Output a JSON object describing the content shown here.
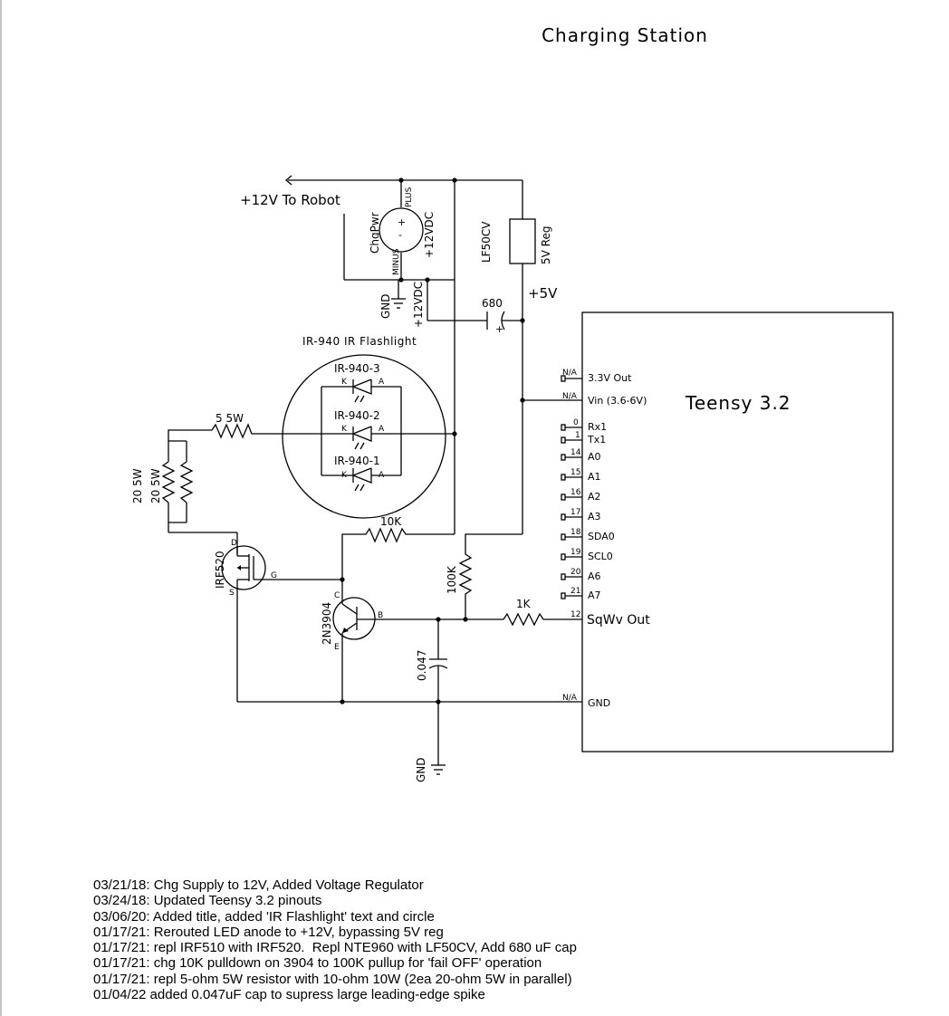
{
  "title": "Charging Station",
  "labels": {
    "to_robot": "+12V To Robot",
    "chgpwr": "ChgPwr",
    "plus": "PLUS",
    "minus": "MINUS",
    "v12dc_supply": "+12VDC",
    "lf50cv": "LF50CV",
    "reg5v": "5V Reg",
    "gnd_top": "GND",
    "v12dc_rail": "+12VDC",
    "cap680": "680",
    "plus5v": "+5V",
    "ir_flashlight": "IR-940 IR Flashlight",
    "led3": "IR-940-3",
    "led2": "IR-940-2",
    "led1": "IR-940-1",
    "k": "K",
    "a": "A",
    "r5": "5 5W",
    "r20a": "20 5W",
    "r20b": "20 5W",
    "irf520": "IRF520",
    "pin_d": "D",
    "pin_g": "G",
    "pin_s": "S",
    "r10k": "10K",
    "r100k": "100K",
    "r1k": "1K",
    "q2n3904": "2N3904",
    "pin_c": "C",
    "pin_b": "B",
    "pin_e": "E",
    "cap047": "0.047",
    "gnd_bottom": "GND",
    "cap_plus": "+"
  },
  "teensy": {
    "name": "Teensy 3.2",
    "pins": [
      {
        "num": "N/A",
        "label": "3.3V Out"
      },
      {
        "num": "N/A",
        "label": "Vin (3.6-6V)"
      },
      {
        "num": "0",
        "label": "Rx1"
      },
      {
        "num": "1",
        "label": "Tx1"
      },
      {
        "num": "14",
        "label": "A0"
      },
      {
        "num": "15",
        "label": "A1"
      },
      {
        "num": "16",
        "label": "A2"
      },
      {
        "num": "17",
        "label": "A3"
      },
      {
        "num": "18",
        "label": "SDA0"
      },
      {
        "num": "19",
        "label": "SCL0"
      },
      {
        "num": "20",
        "label": "A6"
      },
      {
        "num": "21",
        "label": "A7"
      },
      {
        "num": "12",
        "label": "SqWv Out"
      },
      {
        "num": "N/A",
        "label": "GND"
      }
    ]
  },
  "notes": [
    "03/21/18: Chg Supply to 12V, Added Voltage Regulator",
    "03/24/18: Updated Teensy 3.2 pinouts",
    "03/06/20: Added title, added 'IR Flashlight' text and circle",
    "01/17/21: Rerouted LED anode to +12V, bypassing 5V reg",
    "01/17/21: repl IRF510 with IRF520.  Repl NTE960 with LF50CV, Add 680 uF cap",
    "01/17/21: chg 10K pulldown on 3904 to 100K pullup for 'fail OFF' operation",
    "01/17/21: repl 5-ohm 5W resistor with 10-ohm 10W (2ea 20-ohm 5W in parallel)",
    "01/04/22 added 0.047uF cap to supress large leading-edge spike"
  ]
}
